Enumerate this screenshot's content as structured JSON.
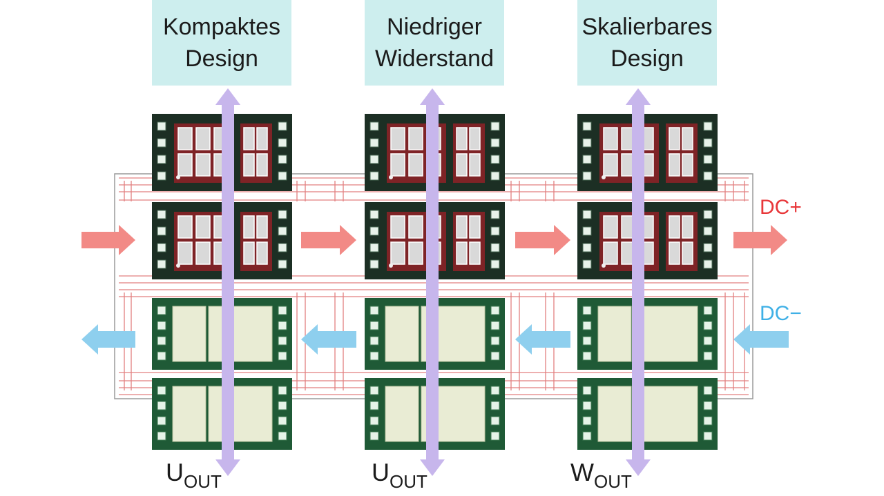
{
  "headers": [
    {
      "line1": "Kompaktes",
      "line2": "Design"
    },
    {
      "line1": "Niedriger",
      "line2": "Widerstand"
    },
    {
      "line1": "Skalierbares",
      "line2": "Design"
    }
  ],
  "dc_plus": {
    "label": "DC+",
    "color": "#e8373a"
  },
  "dc_minus": {
    "label": "DC−",
    "color": "#3fb0e6"
  },
  "phases": [
    {
      "main": "U",
      "sub": "OUT"
    },
    {
      "main": "U",
      "sub": "OUT"
    },
    {
      "main": "W",
      "sub": "OUT"
    }
  ],
  "colors": {
    "header_bg": "#cdeeee",
    "dark_module": "#1c2f24",
    "chip_red": "#7e2326",
    "green_module": "#1f5a36",
    "pale_chip": "#e9ecd4",
    "vertical_arrow": "#c7b6ec",
    "red_arrow": "#f28a86",
    "blue_arrow": "#8ecfee",
    "trace": "#e27f7f"
  }
}
